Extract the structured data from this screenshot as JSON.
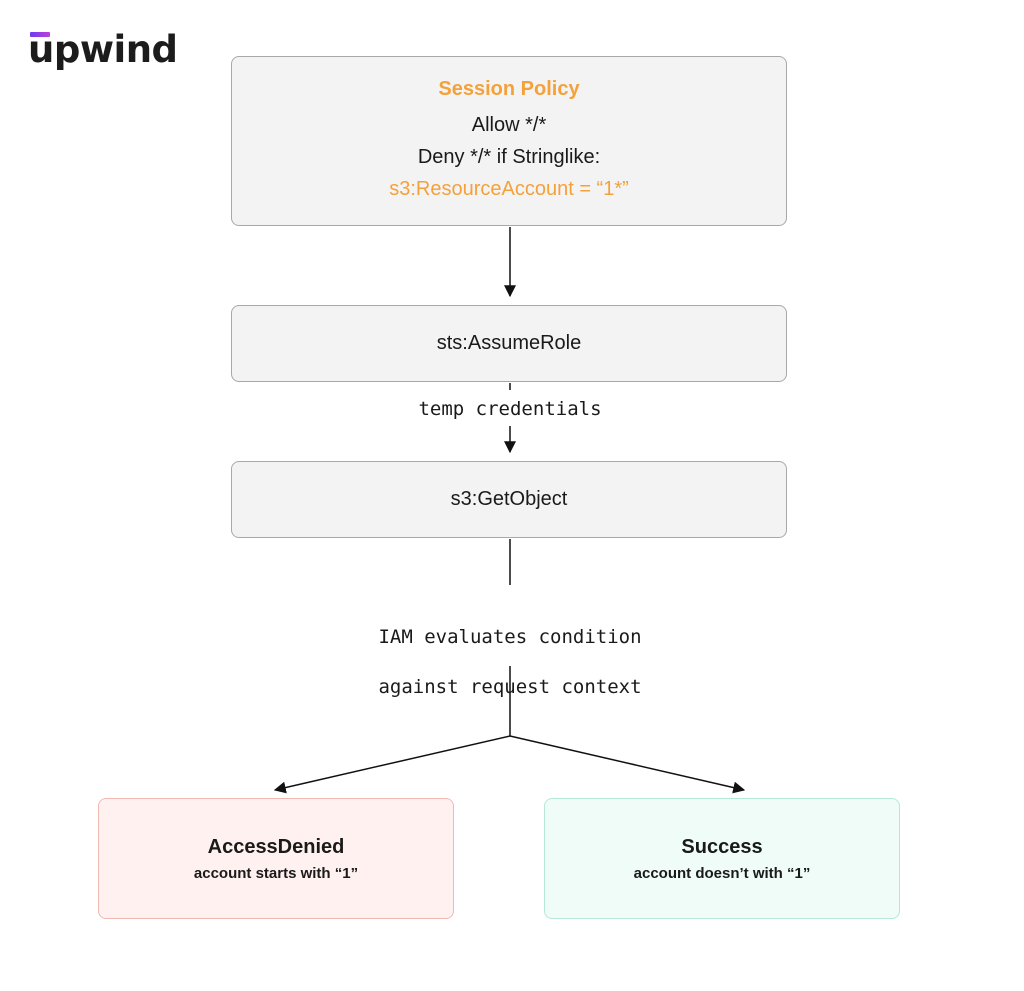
{
  "logo": {
    "text": "upwind",
    "accent_color": "#7a3cf0"
  },
  "session_policy": {
    "title": "Session Policy",
    "allow": "Allow */*",
    "deny": "Deny */*  if Stringlike:",
    "condition": "s3:ResourceAccount = “1*”",
    "accent_color": "#f5a13a"
  },
  "assume_role": {
    "label": "sts:AssumeRole"
  },
  "temp_credentials": {
    "label": "temp credentials"
  },
  "get_object": {
    "label": "s3:GetObject"
  },
  "iam_evaluation": {
    "line1": "IAM evaluates condition",
    "line2": "against request context"
  },
  "access_denied": {
    "title": "AccessDenied",
    "subtitle": "account starts with “1”",
    "bg_color": "#fff1f0",
    "border_color": "#f4b8b2"
  },
  "success": {
    "title": "Success",
    "subtitle": "account doesn’t with “1”",
    "bg_color": "#effcf8",
    "border_color": "#b6e8da"
  }
}
